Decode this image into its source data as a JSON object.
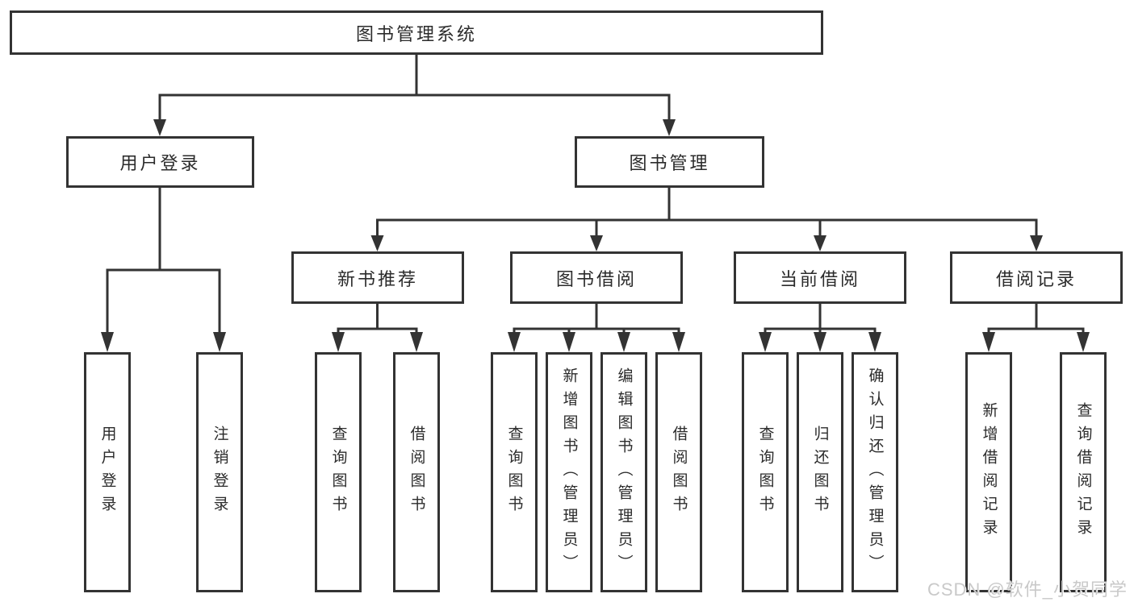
{
  "colors": {
    "line": "#333333",
    "border": "#333333",
    "background": "#ffffff",
    "text": "#2b2b2b",
    "watermark": "#c9c9c9"
  },
  "watermark": {
    "text": "CSDN @软件_小贺同学"
  },
  "tree": {
    "root": {
      "label": "图书管理系统"
    },
    "level2": [
      {
        "id": "user-login",
        "label": "用户登录"
      },
      {
        "id": "book-management",
        "label": "图书管理"
      }
    ],
    "level3": [
      {
        "id": "new-book-recommend",
        "label": "新书推荐"
      },
      {
        "id": "book-borrow",
        "label": "图书借阅"
      },
      {
        "id": "current-borrow",
        "label": "当前借阅"
      },
      {
        "id": "borrow-records",
        "label": "借阅记录"
      }
    ],
    "leaves": [
      {
        "group": "user-login",
        "label": "用户登录"
      },
      {
        "group": "user-login",
        "label": "注销登录"
      },
      {
        "group": "new-book-recommend",
        "label": "查询图书"
      },
      {
        "group": "new-book-recommend",
        "label": "借阅图书"
      },
      {
        "group": "book-borrow",
        "label": "查询图书"
      },
      {
        "group": "book-borrow",
        "label": "新增图书（管理员）"
      },
      {
        "group": "book-borrow",
        "label": "编辑图书（管理员）"
      },
      {
        "group": "book-borrow",
        "label": "借阅图书"
      },
      {
        "group": "current-borrow",
        "label": "查询图书"
      },
      {
        "group": "current-borrow",
        "label": "归还图书"
      },
      {
        "group": "current-borrow",
        "label": "确认归还（管理员）"
      },
      {
        "group": "borrow-records",
        "label": "新增借阅记录"
      },
      {
        "group": "borrow-records",
        "label": "查询借阅记录"
      }
    ]
  }
}
